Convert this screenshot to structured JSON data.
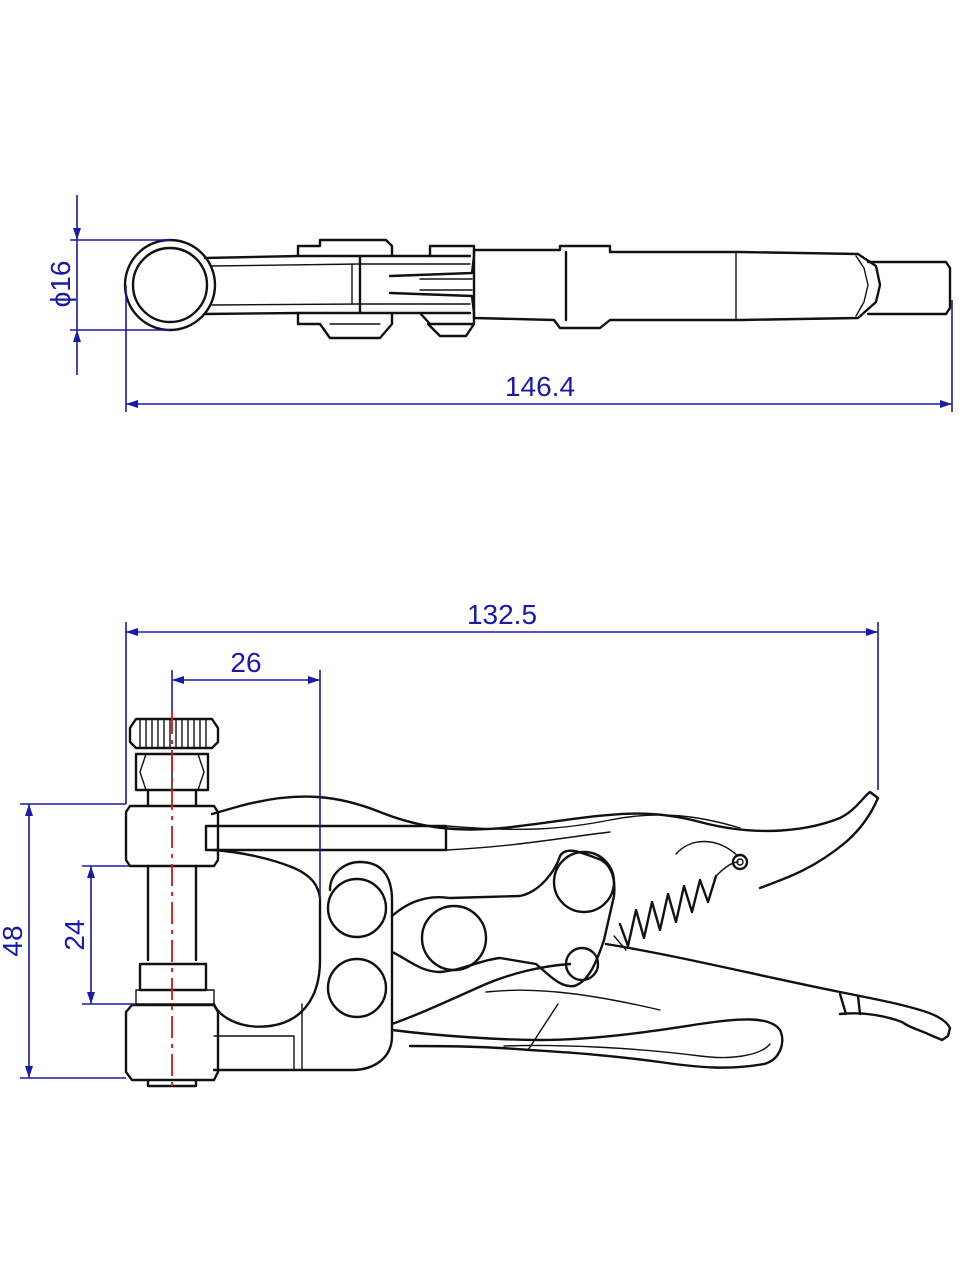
{
  "dimensions": {
    "top_diameter": "16",
    "top_diameter_symbol": "ϕ",
    "top_length": "146.4",
    "side_length": "132.5",
    "side_offset": "26",
    "side_height": "48",
    "side_opening": "24"
  },
  "colors": {
    "dimension": "#1a1aa8",
    "outline": "#111111",
    "centerline": "#e01010"
  }
}
